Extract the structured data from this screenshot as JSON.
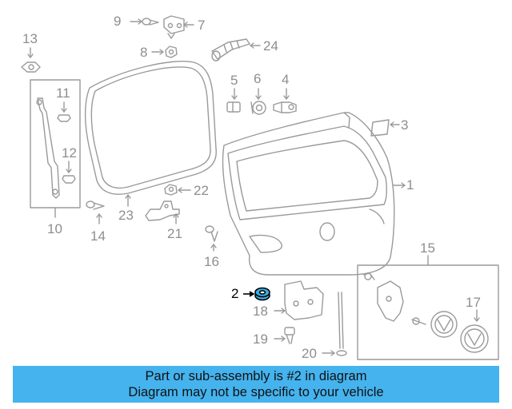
{
  "callouts": {
    "c1": "1",
    "c2": "2",
    "c3": "3",
    "c4": "4",
    "c5": "5",
    "c6": "6",
    "c7": "7",
    "c8": "8",
    "c9": "9",
    "c10": "10",
    "c11": "11",
    "c12": "12",
    "c13": "13",
    "c14": "14",
    "c15": "15",
    "c16": "16",
    "c17": "17",
    "c18": "18",
    "c19": "19",
    "c20": "20",
    "c21": "21",
    "c22": "22",
    "c23": "23",
    "c24": "24"
  },
  "highlight_part": "2",
  "banner": {
    "line1": "Part or sub-assembly is #2 in diagram",
    "line2": "Diagram may not be specific to your vehicle"
  },
  "colors": {
    "line": "#9a9a9a",
    "highlight": "#000000",
    "highlight_fill": "#3ab0e8",
    "banner_bg": "#45b3ee"
  }
}
